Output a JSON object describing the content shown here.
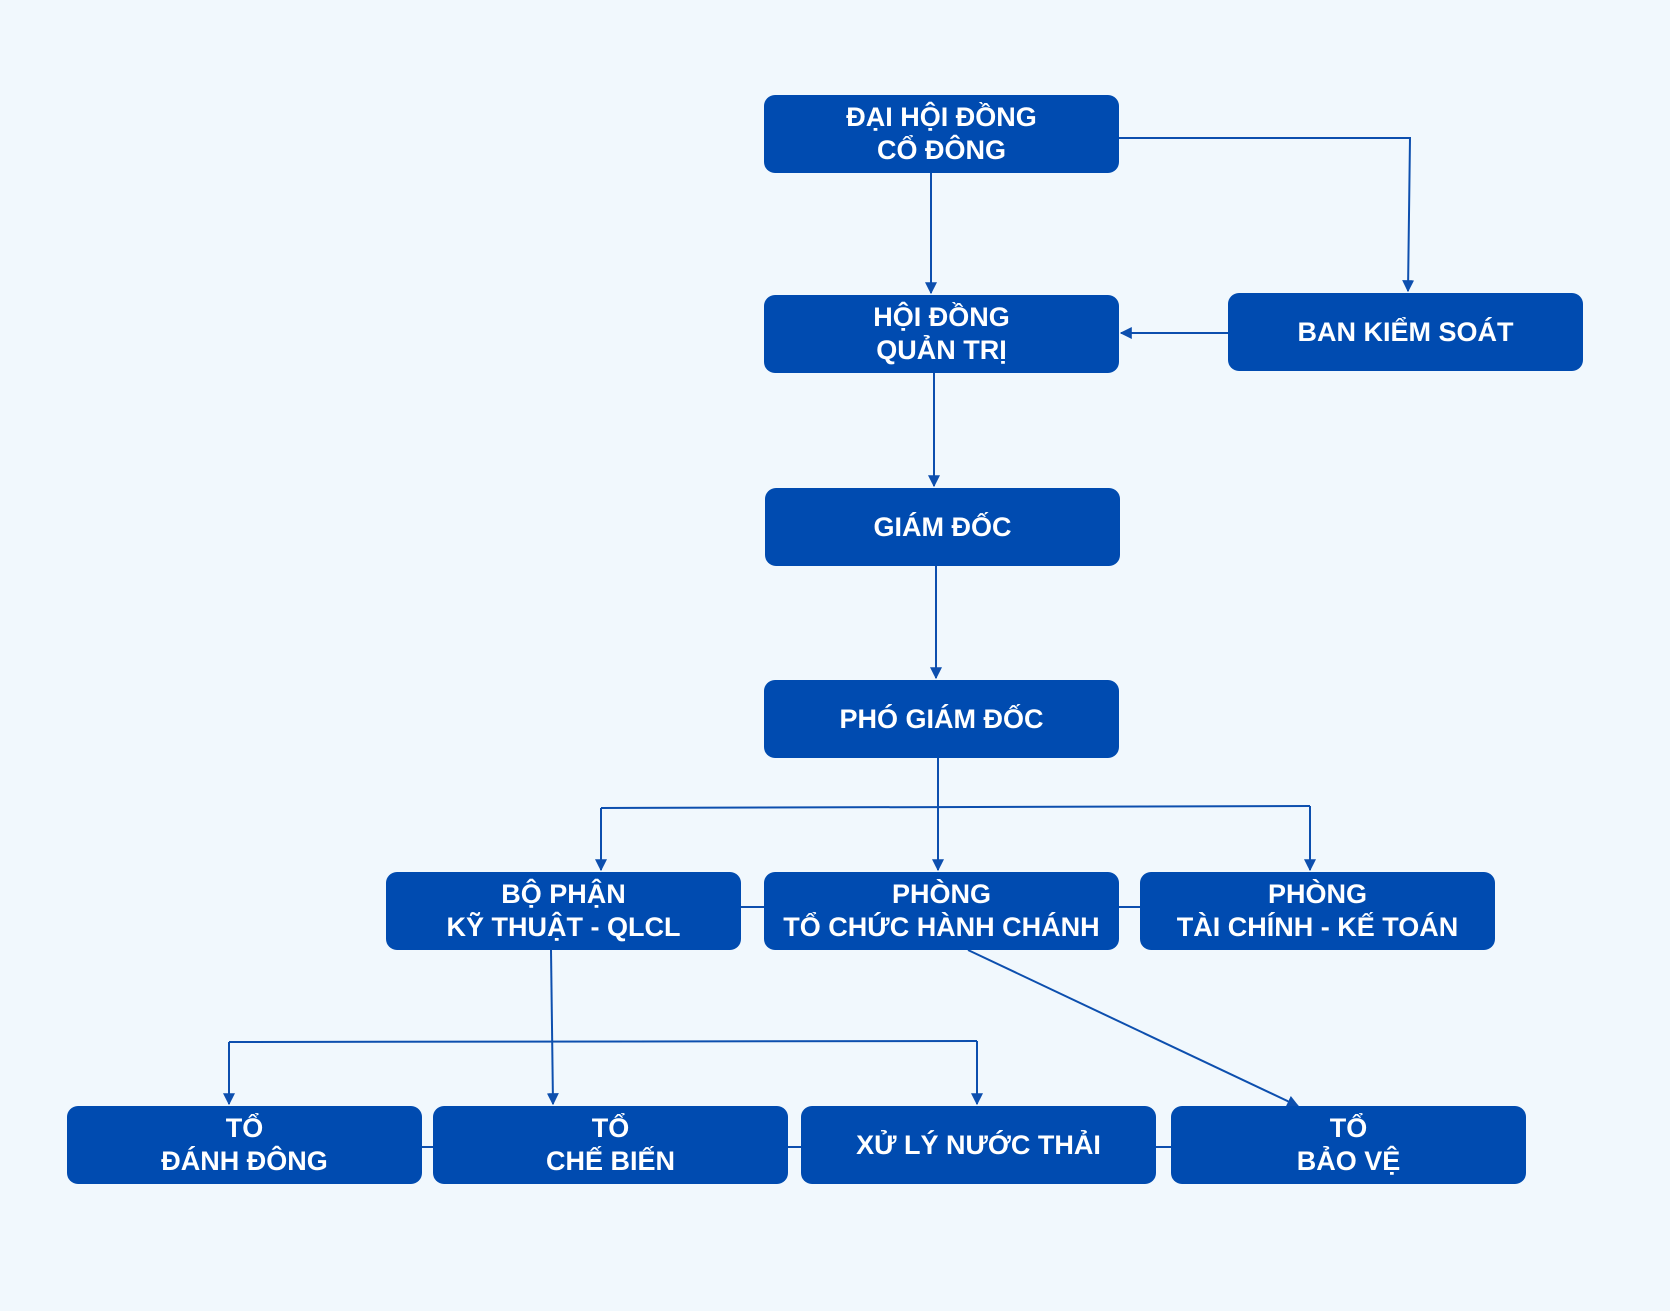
{
  "colors": {
    "background": "#f1f8fd",
    "box_fill": "#004bb0",
    "box_text": "#ffffff",
    "connector": "#0d4fae"
  },
  "nodes": {
    "dai_hoi_dong_co_dong": {
      "line1": "ĐẠI HỘI ĐỒNG",
      "line2": "CỔ ĐÔNG"
    },
    "ban_kiem_soat": {
      "line1": "BAN KIỂM SOÁT",
      "line2": ""
    },
    "hoi_dong_quan_tri": {
      "line1": "HỘI ĐỒNG",
      "line2": "QUẢN TRỊ"
    },
    "giam_doc": {
      "line1": "GIÁM ĐỐC",
      "line2": ""
    },
    "pho_giam_doc": {
      "line1": "PHÓ GIÁM ĐỐC",
      "line2": ""
    },
    "bo_phan_ky_thuat": {
      "line1": "BỘ PHẬN",
      "line2": "KỸ THUẬT - QLCL"
    },
    "phong_to_chuc": {
      "line1": "PHÒNG",
      "line2": "TỔ CHỨC HÀNH CHÁNH"
    },
    "phong_tai_chinh": {
      "line1": "PHÒNG",
      "line2": "TÀI CHÍNH - KẾ TOÁN"
    },
    "to_danh_dong": {
      "line1": "TỔ",
      "line2": "ĐÁNH ĐÔNG"
    },
    "to_che_bien": {
      "line1": "TỔ",
      "line2": "CHẾ BIẾN"
    },
    "xu_ly_nuoc_thai": {
      "line1": "XỬ LÝ NƯỚC THẢI",
      "line2": ""
    },
    "to_bao_ve": {
      "line1": "TỔ",
      "line2": "BẢO VỆ"
    }
  }
}
